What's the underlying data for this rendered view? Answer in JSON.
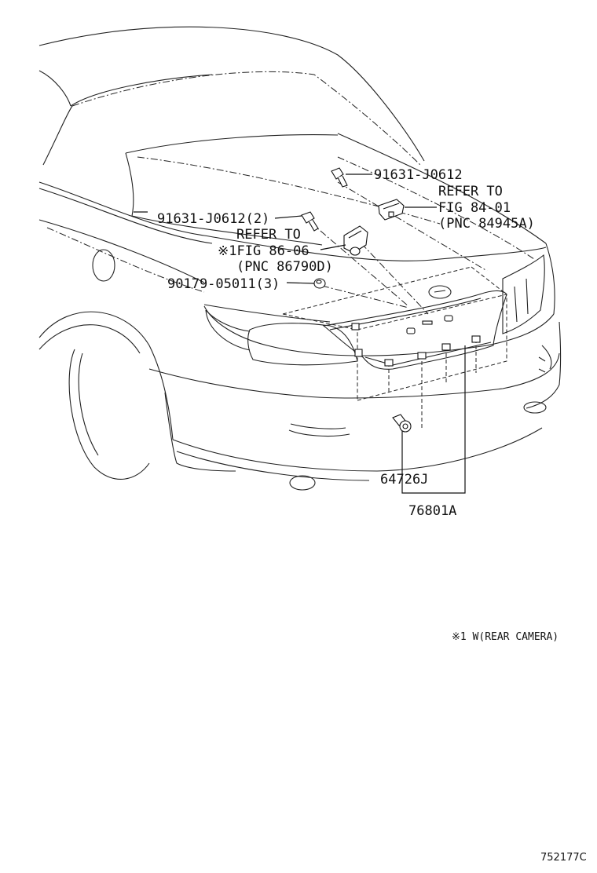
{
  "labels": {
    "screw_top": "91631-J0612",
    "refer_top_1": "REFER TO",
    "refer_top_2": "FIG 84-01",
    "refer_top_3": "(PNC 84945A)",
    "screw_left": "91631-J0612(2)",
    "refer_mid_1": "REFER TO",
    "refer_mid_2": "※1FIG 86-06",
    "refer_mid_3": "(PNC 86790D)",
    "clip": "90179-05011(3)",
    "grommet": "64726J",
    "garnish": "76801A"
  },
  "footnote": "※1 W(REAR CAMERA)",
  "figure_id": "752177C"
}
